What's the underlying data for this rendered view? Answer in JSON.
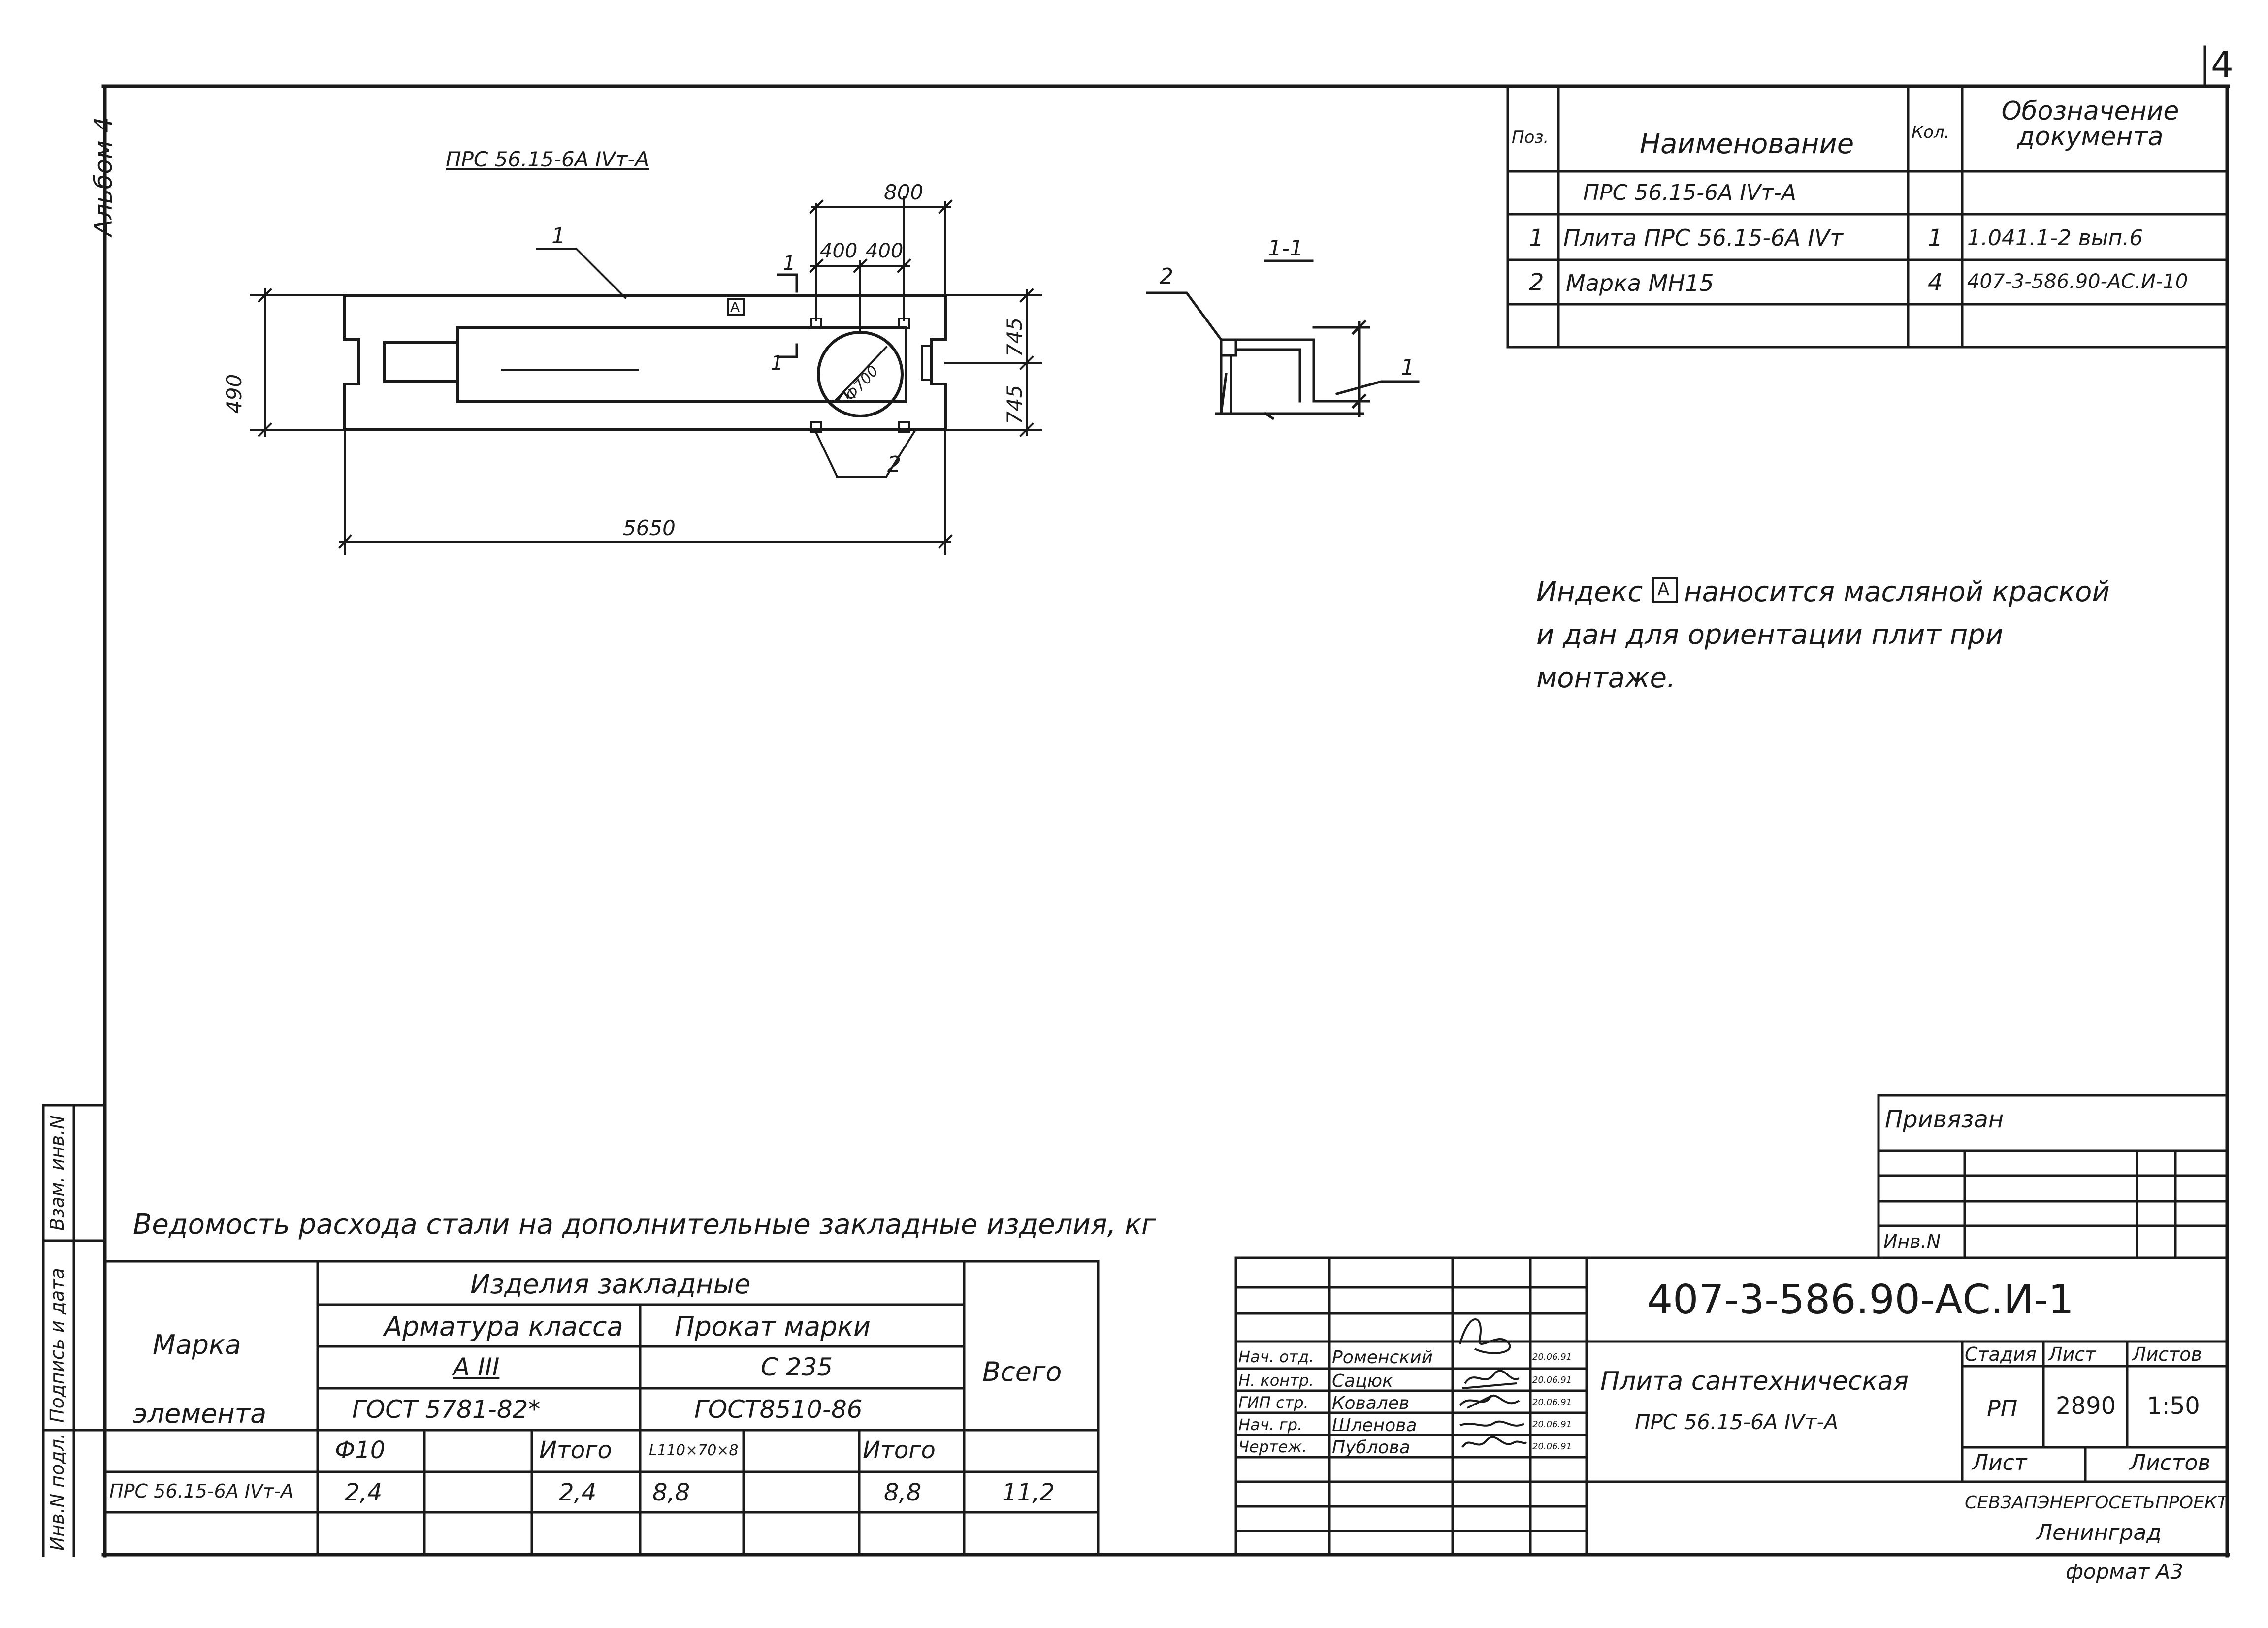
{
  "page": {
    "sheet_number": "4",
    "album_label": "Альбом 4",
    "format_label": "формат А3"
  },
  "side_stamp": {
    "col1": "Инв.N подл.",
    "col2": "Подпись и дата",
    "col3": "Взам. инв.N"
  },
  "plan": {
    "title": "ПРС 56.15-6А IVт-А",
    "index_mark": "А",
    "callout_1": "1",
    "callout_2": "2",
    "section_mark_top": "1",
    "section_mark_bottom": "1",
    "dim_total_length": "5650",
    "dim_width": "490",
    "dim_half_top": "745",
    "dim_half_bottom": "745",
    "dim_800": "800",
    "dim_400_left": "400",
    "dim_400_right": "400",
    "hole_diameter": "Ф700"
  },
  "section": {
    "title": "1-1",
    "callout_2": "2",
    "callout_1": "1"
  },
  "spec_table": {
    "headers": {
      "pos": "Поз.",
      "name": "Наименование",
      "qty": "Кол.",
      "doc": "Обозначение документа"
    },
    "group_title": "ПРС 56.15-6А IVт-А",
    "rows": [
      {
        "pos": "1",
        "name": "Плита ПРС 56.15-6А IVт",
        "qty": "1",
        "doc": "1.041.1-2 вып.6"
      },
      {
        "pos": "2",
        "name": "Марка МН15",
        "qty": "4",
        "doc": "407-3-586.90-АС.И-10"
      }
    ]
  },
  "note": {
    "line1_pre": "Индекс",
    "index_mark": "А",
    "line1_post": "наносится масляной краской",
    "line2": "и дан для ориентации плит при",
    "line3": "монтаже."
  },
  "steel_table": {
    "title": "Ведомость расхода стали на дополнительные закладные изделия, кг",
    "col_mark_1": "Марка",
    "col_mark_2": "элемента",
    "embedded_items": "Изделия закладные",
    "rebar_class": "Арматура класса",
    "rebar_grade": "А III",
    "rebar_gost": "ГОСТ 5781-82*",
    "rolled_grade_label": "Прокат марки",
    "rolled_grade": "С 235",
    "rolled_gost": "ГОСТ8510-86",
    "total_col": "Всего",
    "phi10": "Ф10",
    "subtotal_1": "Итого",
    "angle": "L110×70×8",
    "subtotal_2": "Итого",
    "row": {
      "mark": "ПРС 56.15-6А IVт-А",
      "phi10": "2,4",
      "subtotal_1": "2,4",
      "angle": "8,8",
      "subtotal_2": "8,8",
      "total": "11,2"
    }
  },
  "privyazan": {
    "label": "Привязан",
    "inv_label": "Инв.N"
  },
  "title_block": {
    "doc_code": "407-3-586.90-АС.И-1",
    "roles": [
      {
        "role": "Нач. отд.",
        "name": "Роменский",
        "date": "20.06.91"
      },
      {
        "role": "Н. контр.",
        "name": "Сацюк",
        "date": "20.06.91"
      },
      {
        "role": "ГИП стр.",
        "name": "Ковалев",
        "date": "20.06.91"
      },
      {
        "role": "Нач. гр.",
        "name": "Шленова",
        "date": "20.06.91"
      },
      {
        "role": "Чертеж.",
        "name": "Публова",
        "date": "20.06.91"
      }
    ],
    "item_name_1": "Плита сантехническая",
    "item_name_2": "ПРС 56.15-6А IVт-А",
    "stadia_label": "Стадия",
    "list_label": "Лист",
    "listov_label": "Листов",
    "stadia": "РП",
    "list_value": "2890",
    "scale": "1:50",
    "list_label_2": "Лист",
    "listov_label_2": "Листов",
    "org": "СЕВЗАПЭНЕРГОСЕТЬПРОЕКТ",
    "city": "Ленинград"
  }
}
